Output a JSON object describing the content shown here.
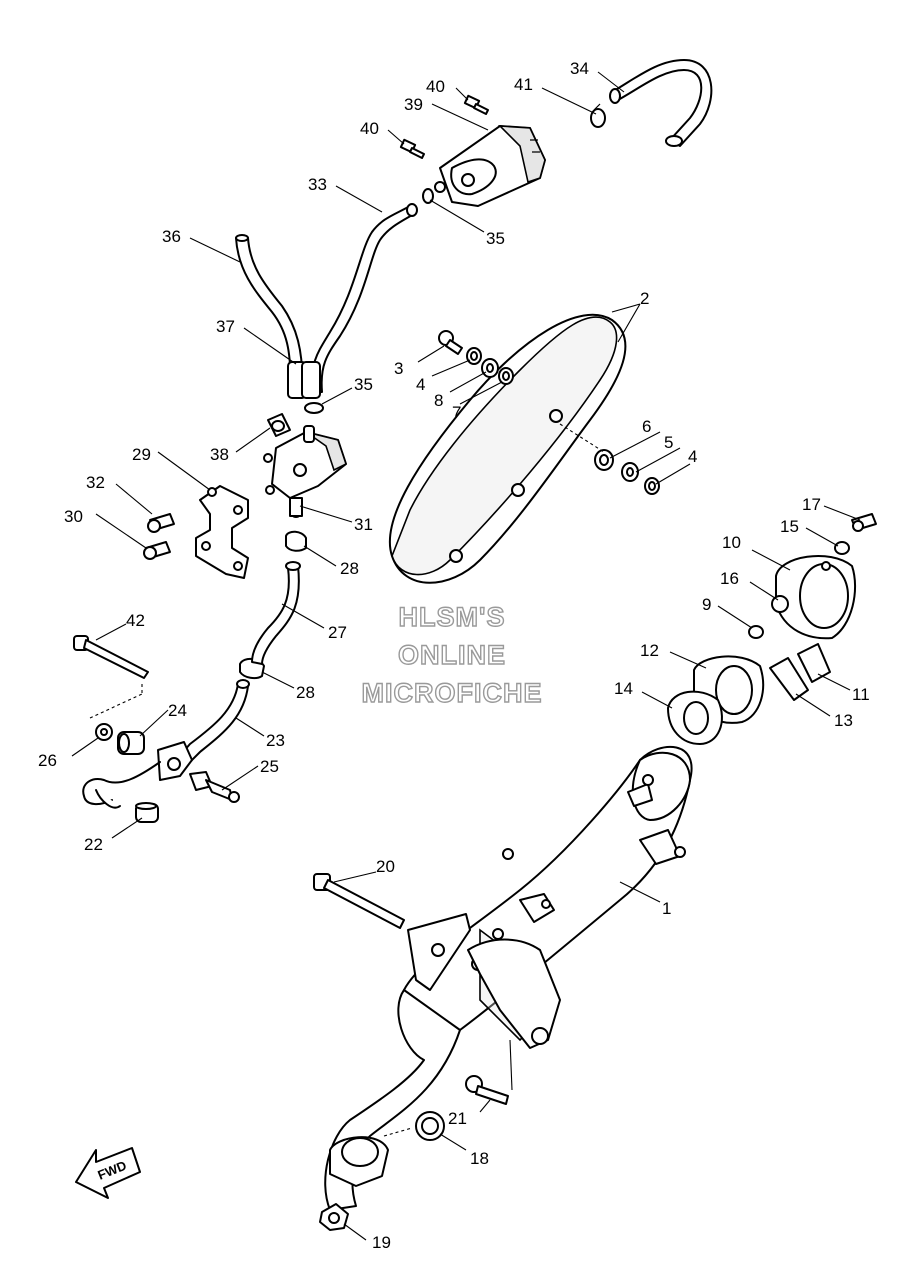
{
  "watermark": {
    "line1": "HLSM'S",
    "line2": "ONLINE",
    "line3": "MICROFICHE"
  },
  "direction_arrow": {
    "label": "FWD",
    "icon": "forward-arrow-icon"
  },
  "callouts": {
    "c1": "1",
    "c2": "2",
    "c3": "3",
    "c4a": "4",
    "c4b": "4",
    "c5": "5",
    "c6": "6",
    "c7": "7",
    "c8": "8",
    "c9": "9",
    "c10": "10",
    "c11": "11",
    "c12": "12",
    "c13": "13",
    "c14": "14",
    "c15": "15",
    "c16": "16",
    "c17": "17",
    "c18": "18",
    "c19": "19",
    "c20": "20",
    "c21": "21",
    "c22": "22",
    "c23": "23",
    "c24": "24",
    "c25": "25",
    "c26": "26",
    "c27": "27",
    "c28a": "28",
    "c28b": "28",
    "c29": "29",
    "c30": "30",
    "c31": "31",
    "c32": "32",
    "c33": "33",
    "c34": "34",
    "c35a": "35",
    "c35b": "35",
    "c36": "36",
    "c37": "37",
    "c38": "38",
    "c39": "39",
    "c40a": "40",
    "c40b": "40",
    "c41": "41",
    "c42": "42"
  }
}
